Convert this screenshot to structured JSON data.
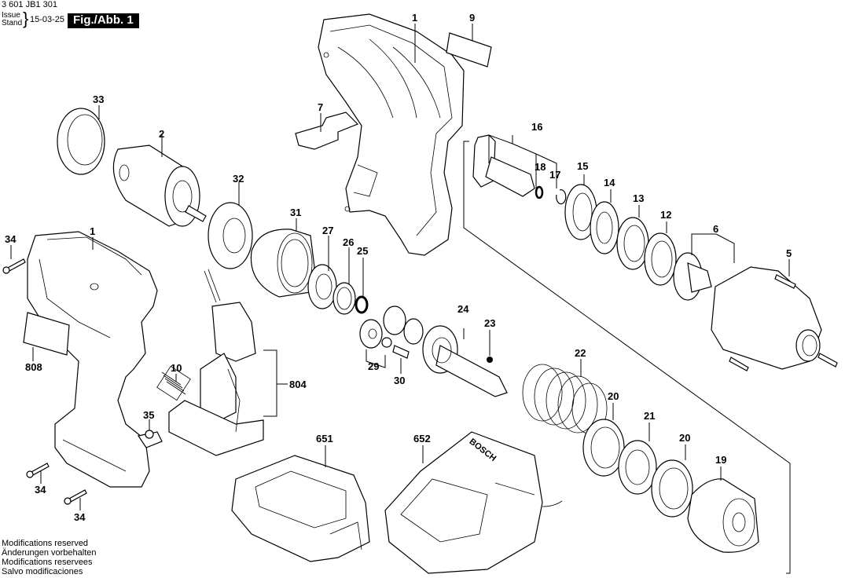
{
  "header": {
    "document_code": "3 601 JB1 301",
    "issue_label": "Issue",
    "stand_label": "Stand",
    "issue_date": "15-03-25",
    "figure_label": "Fig./Abb. 1"
  },
  "footer": {
    "lines": [
      "Modifications reserved",
      "Änderungen vorbehalten",
      "Modifications reservees",
      "Salvo modificaciones"
    ]
  },
  "diagram": {
    "brand_text": "BOSCH",
    "callouts": {
      "housing_right": "1",
      "nameplate_9": "9",
      "switch_lever_7": "7",
      "rubber_ring_33": "33",
      "motor_2": "2",
      "bearing_cover_32": "32",
      "screw_34_top": "34",
      "housing_left": "1",
      "label_808": "808",
      "spring_10": "10",
      "switch_804": "804",
      "led_35": "35",
      "screw_34_mid": "34",
      "screw_34_bottom": "34",
      "ring_gear_31": "31",
      "ball_bearing_27": "27",
      "washer_26": "26",
      "o_ring_25": "25",
      "planet_gear_29": "29",
      "pin_30": "30",
      "spindle_24": "24",
      "ball_23": "23",
      "anvil_16": "16",
      "o_ring_18": "18",
      "circlip_17": "17",
      "washer_15": "15",
      "needle_bearing_14": "14",
      "washer_13": "13",
      "washer_12": "12",
      "hammer_case_6": "6",
      "screw_5": "5",
      "spring_22": "22",
      "washer_20_a": "20",
      "thrust_bearing_21": "21",
      "washer_20_b": "20",
      "hammer_19": "19",
      "battery_651": "651",
      "charger_652": "652"
    }
  }
}
